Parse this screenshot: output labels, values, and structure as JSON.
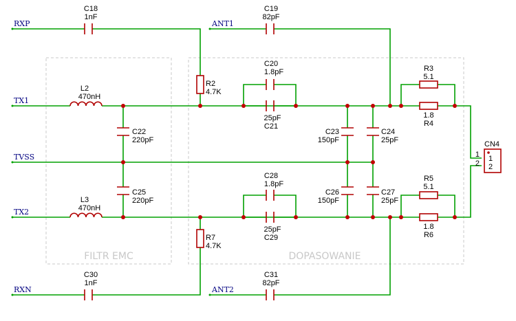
{
  "regions": {
    "filter": "FILTR EMC",
    "matching": "DOPASOWANIE"
  },
  "nets": {
    "rxp": "RXP",
    "tx1": "TX1",
    "tvss": "TVSS",
    "tx2": "TX2",
    "rxn": "RXN",
    "ant1": "ANT1",
    "ant2": "ANT2"
  },
  "components": {
    "C18": {
      "ref": "C18",
      "value": "1nF"
    },
    "C19": {
      "ref": "C19",
      "value": "82pF"
    },
    "C20": {
      "ref": "C20",
      "value": "1.8pF"
    },
    "C21": {
      "ref": "C21",
      "value": "25pF"
    },
    "C22": {
      "ref": "C22",
      "value": "220pF"
    },
    "C23": {
      "ref": "C23",
      "value": "150pF"
    },
    "C24": {
      "ref": "C24",
      "value": "25pF"
    },
    "C25": {
      "ref": "C25",
      "value": "220pF"
    },
    "C26": {
      "ref": "C26",
      "value": "150pF"
    },
    "C27": {
      "ref": "C27",
      "value": "25pF"
    },
    "C28": {
      "ref": "C28",
      "value": "1.8pF"
    },
    "C29": {
      "ref": "C29",
      "value": "25pF"
    },
    "C30": {
      "ref": "C30",
      "value": "1nF"
    },
    "C31": {
      "ref": "C31",
      "value": "82pF"
    },
    "L2": {
      "ref": "L2",
      "value": "470nH"
    },
    "L3": {
      "ref": "L3",
      "value": "470nH"
    },
    "R2": {
      "ref": "R2",
      "value": "4.7K"
    },
    "R7": {
      "ref": "R7",
      "value": "4.7K"
    },
    "R3": {
      "ref": "R3",
      "value": "5.1"
    },
    "R4": {
      "ref": "R4",
      "value": "1.8"
    },
    "R5": {
      "ref": "R5",
      "value": "5.1"
    },
    "R6": {
      "ref": "R6",
      "value": "1.8"
    },
    "CN4": {
      "ref": "CN4",
      "pin1": "1",
      "pin2": "2",
      "pin_num1": "1",
      "pin_num2": "2"
    }
  }
}
